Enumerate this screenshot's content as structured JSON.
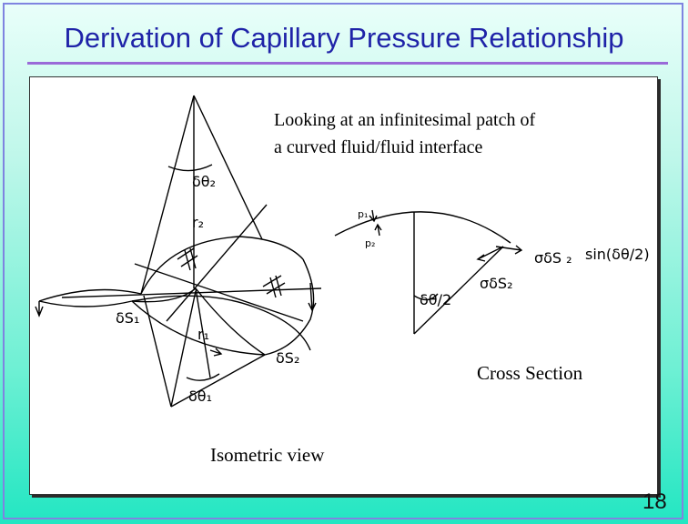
{
  "slide": {
    "title": "Derivation of Capillary Pressure Relationship",
    "page_number": "18"
  },
  "figure": {
    "caption_line1": "Looking at an infinitesimal patch of",
    "caption_line2": "a curved  fluid/fluid interface",
    "cross_section_label": "Cross Section",
    "isometric_label": "Isometric view"
  },
  "isometric_symbols": {
    "d_theta_2": "δθ₂",
    "r2": "r₂",
    "r1": "r₁",
    "d_s1": "δS₁",
    "d_s2": "δS₂",
    "d_theta_1": "δθ₁"
  },
  "cross_section_symbols": {
    "p1": "p₁",
    "p2": "p₂",
    "sigma_ds2_top": "σδS ₂",
    "sin_term": "sin(δθ/2)",
    "sigma_ds2_bottom": "σδS₂",
    "d_theta_half": "δθ/2"
  }
}
